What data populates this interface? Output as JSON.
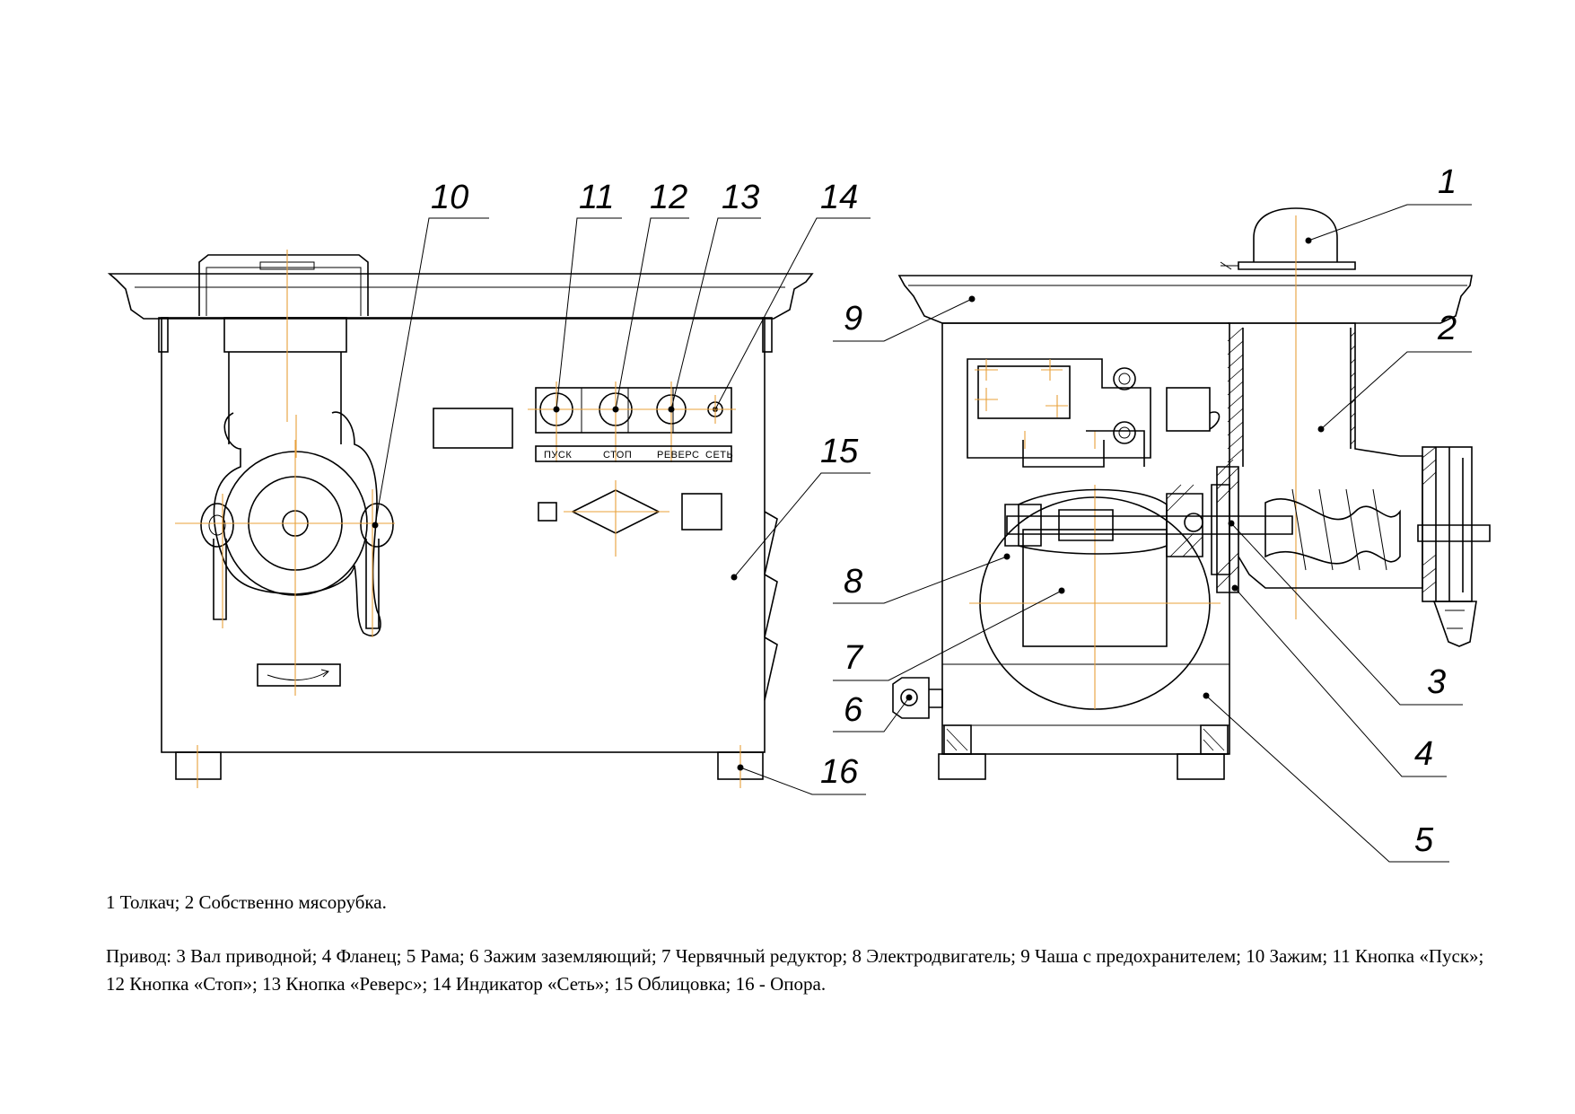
{
  "callouts": {
    "c1": "1",
    "c2": "2",
    "c3": "3",
    "c4": "4",
    "c5": "5",
    "c6": "6",
    "c7": "7",
    "c8": "8",
    "c9": "9",
    "c10": "10",
    "c11": "11",
    "c12": "12",
    "c13": "13",
    "c14": "14",
    "c15": "15",
    "c16": "16"
  },
  "control_panel_labels": {
    "pusk": "ПУСК",
    "stop": "СТОП",
    "revers": "РЕВЕРС",
    "set": "СЕТЬ"
  },
  "caption": {
    "line1": "1 Толкач; 2 Собственно мясорубка.",
    "line2": "Привод: 3 Вал приводной; 4 Фланец; 5 Рама;  6 Зажим заземляющий; 7 Червячный редуктор; 8 Электродвигатель; 9 Чаша с предохранителем; 10 Зажим; 11 Кнопка «Пуск»; 12 Кнопка «Стоп»; 13 Кнопка «Реверс»; 14 Индикатор «Сеть»; 15 Облицовка; 16 - Опора."
  }
}
